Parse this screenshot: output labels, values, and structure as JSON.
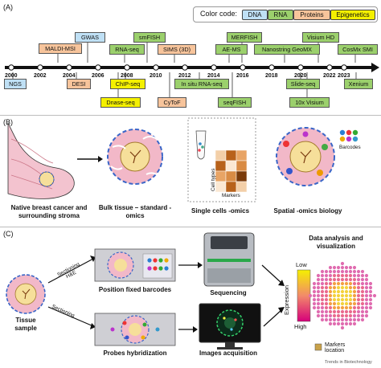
{
  "panels": {
    "a": "(A)",
    "b": "(B)",
    "c": "(C)"
  },
  "legend": {
    "title": "Color code:",
    "items": [
      {
        "label": "DNA",
        "color": "#bfe0f5"
      },
      {
        "label": "RNA",
        "color": "#9bd06c"
      },
      {
        "label": "Proteins",
        "color": "#f7c49b"
      },
      {
        "label": "Epigenetics",
        "color": "#f4f000"
      }
    ]
  },
  "timeline": {
    "years": [
      "2000",
      "2002",
      "2004",
      "2006",
      "2008",
      "2010",
      "2012",
      "2014",
      "2016",
      "2018",
      "2020",
      "2022",
      "2023"
    ],
    "above": [
      {
        "label": "GWAS",
        "category": "dna"
      },
      {
        "label": "MALDI-MSI",
        "category": "prot"
      },
      {
        "label": "smFISH",
        "category": "rna"
      },
      {
        "label": "RNA-seq",
        "category": "rna"
      },
      {
        "label": "SIMS (3D)",
        "category": "prot"
      },
      {
        "label": "MERFISH",
        "category": "rna"
      },
      {
        "label": "AE-MS",
        "category": "rna"
      },
      {
        "label": "Nanostring GeoMX",
        "category": "rna"
      },
      {
        "label": "Visium HD",
        "category": "rna"
      },
      {
        "label": "CosMx SMI",
        "category": "rna"
      }
    ],
    "below": [
      {
        "label": "NGS",
        "category": "dna"
      },
      {
        "label": "DESI",
        "category": "prot"
      },
      {
        "label": "ChIP-seq",
        "category": "epi"
      },
      {
        "label": "Dnase-seq",
        "category": "epi"
      },
      {
        "label": "CyToF",
        "category": "prot"
      },
      {
        "label": "In situ RNA-seq",
        "category": "rna"
      },
      {
        "label": "seqFISH",
        "category": "rna"
      },
      {
        "label": "Slide-seq",
        "category": "rna"
      },
      {
        "label": "10x Visium",
        "category": "rna"
      },
      {
        "label": "Xenium",
        "category": "rna"
      }
    ]
  },
  "panel_b": {
    "native": "Native breast cancer and surrounding stroma",
    "bulk": "Bulk tissue – standard -omics",
    "single": "Single cells -omics",
    "spatial": "Spatial -omics biology",
    "barcodes": "Barcodes",
    "cell_types": "Cell types",
    "markers": "Markers"
  },
  "panel_c": {
    "tissue_sample": "Tissue sample",
    "sectioning_he": "Sectioning H&E",
    "sectioning": "Sectioning",
    "position_barcodes": "Position fixed barcodes",
    "probes": "Probes hybridization",
    "sequencing": "Sequencing",
    "images": "Images acquisition",
    "analysis": "Data analysis and visualization",
    "expression": "Expression",
    "low": "Low",
    "high": "High",
    "markers_location": "Markers location",
    "credit": "Trends in Biotechnology"
  },
  "colors": {
    "dna": "#bfe0f5",
    "rna": "#9bd06c",
    "prot": "#f7c49b",
    "epi": "#f4f000",
    "tissue_pink": "#f2b8c8",
    "tumor_yellow": "#f6df9a",
    "timeline": "#111111"
  }
}
